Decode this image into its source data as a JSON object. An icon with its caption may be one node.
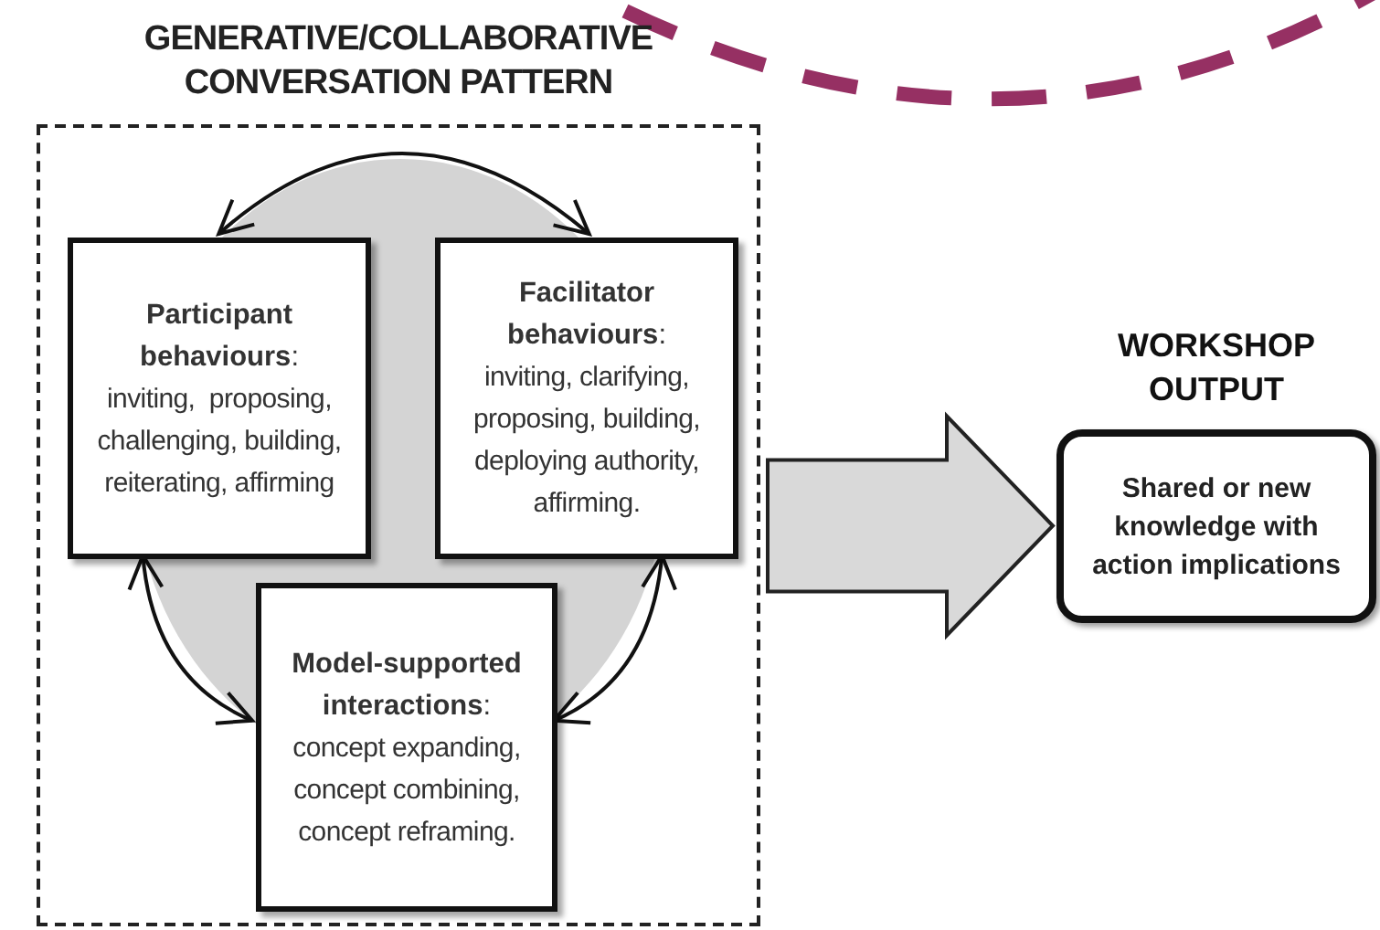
{
  "diagram": {
    "nodes": [
      {
        "text": [
          "GENERATIVE/COLLABORATIVE CONVERSATION PATTERN"
        ]
      },
      {
        "text": [
          "**Participant behaviours**:",
          "inviting,  proposing, challenging, building, reiterating, affirming"
        ],
        "in": 0
      },
      {
        "text": [
          "**Facilitator behaviours**:",
          "inviting, clarifying, proposing, building, deploying authority, affirming."
        ],
        "in": 0
      },
      {
        "text": [
          "**Model-supported interactions**:",
          "concept expanding, concept combining, concept reframing."
        ],
        "in": 0
      },
      {
        "text": [
          "WORKSHOP OUTPUT",
          "Shared or new knowledge with action implications"
        ]
      }
    ],
    "edges": [
      {
        "from": 1,
        "to": 2,
        "arrow": "both"
      },
      {
        "from": 1,
        "to": 3,
        "arrow": "both"
      },
      {
        "from": 2,
        "to": 3,
        "arrow": "both"
      },
      {
        "from": 0,
        "to": 4,
        "arrow": "to",
        "style": "thick"
      }
    ]
  }
}
